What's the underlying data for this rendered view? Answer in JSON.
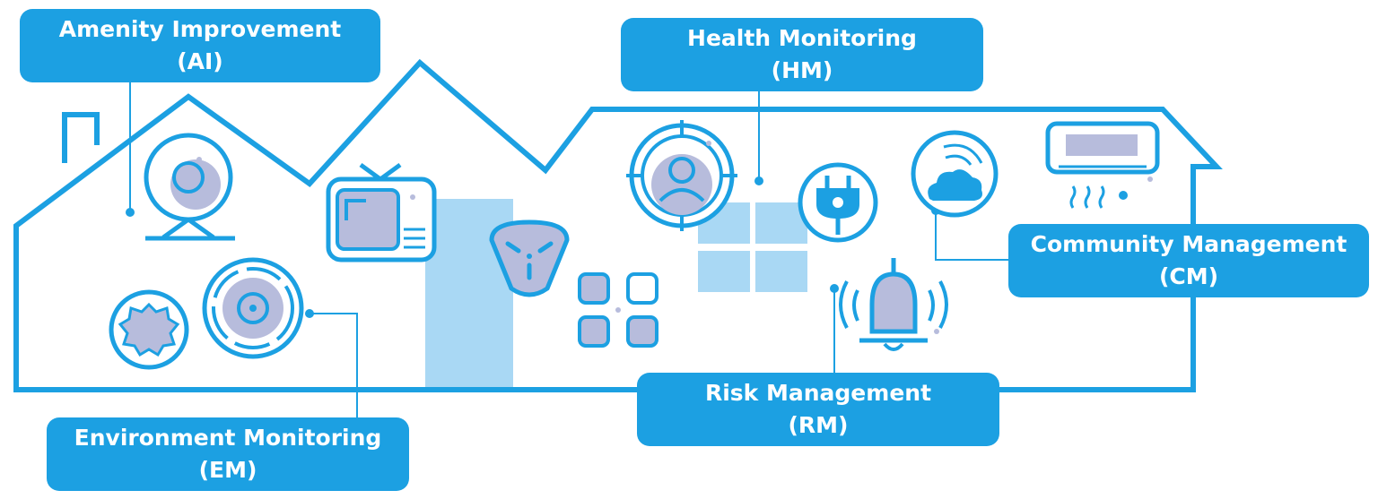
{
  "colors": {
    "primary": "#1ca0e2",
    "icon_fill": "#b7bcdc",
    "light_fill": "#a9d8f4",
    "background": "#ffffff"
  },
  "labels": {
    "ai": {
      "title": "Amenity Improvement",
      "abbr": "(AI)"
    },
    "hm": {
      "title": "Health Monitoring",
      "abbr": "(HM)"
    },
    "cm": {
      "title": "Community Management",
      "abbr": "(CM)"
    },
    "rm": {
      "title": "Risk Management",
      "abbr": "(RM)"
    },
    "em": {
      "title": "Environment Monitoring",
      "abbr": "(EM)"
    }
  },
  "icons": [
    "webcam-icon",
    "gear-icon",
    "smoke-detector-icon",
    "tv-icon",
    "smart-speaker-icon",
    "app-grid-icon",
    "face-scan-icon",
    "plug-icon",
    "cloud-icon",
    "air-conditioner-icon",
    "alarm-bell-icon"
  ]
}
